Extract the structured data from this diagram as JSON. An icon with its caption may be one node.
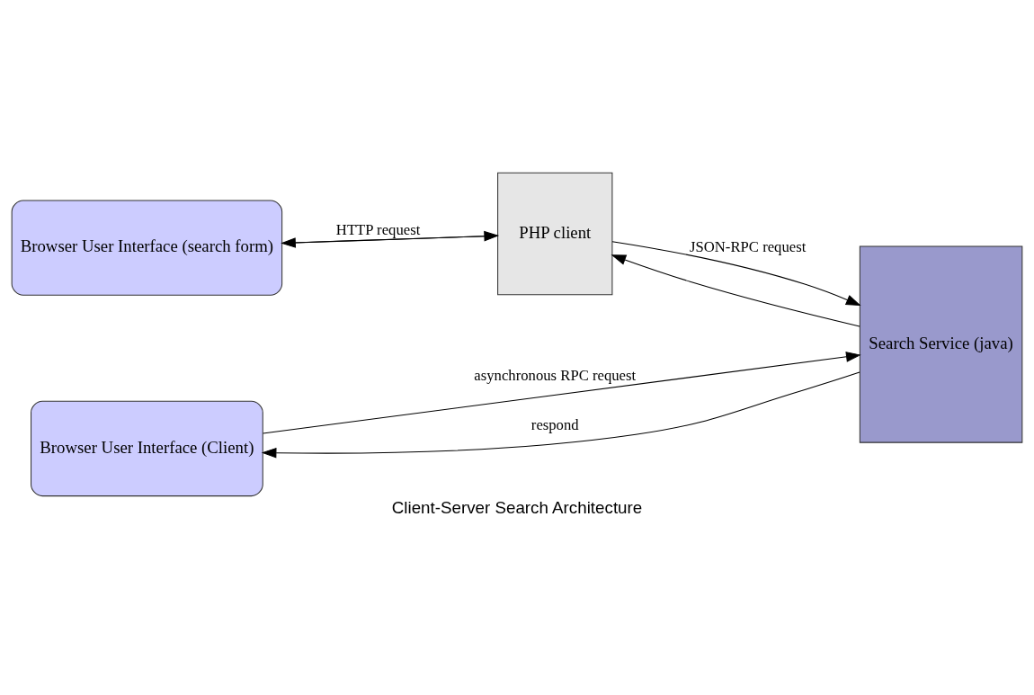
{
  "diagram": {
    "caption": "Client-Server Search Architecture",
    "nodes": [
      {
        "text": [
          "Browser User Interface (search form)"
        ]
      },
      {
        "text": [
          "PHP client"
        ]
      },
      {
        "text": [
          "Browser User Interface (Client)"
        ]
      },
      {
        "text": [
          "Search Service (java)"
        ]
      }
    ],
    "edges": [
      {
        "from": 0,
        "to": 1,
        "arrow": "to",
        "label": "HTTP request"
      },
      {
        "from": 1,
        "to": 0,
        "arrow": "to"
      },
      {
        "from": 1,
        "to": 3,
        "arrow": "to",
        "label": "JSON-RPC request"
      },
      {
        "from": 3,
        "to": 1,
        "arrow": "to"
      },
      {
        "from": 2,
        "to": 3,
        "arrow": "to",
        "label": "asynchronous RPC request"
      },
      {
        "from": 3,
        "to": 2,
        "arrow": "to",
        "label": "respond"
      }
    ]
  }
}
